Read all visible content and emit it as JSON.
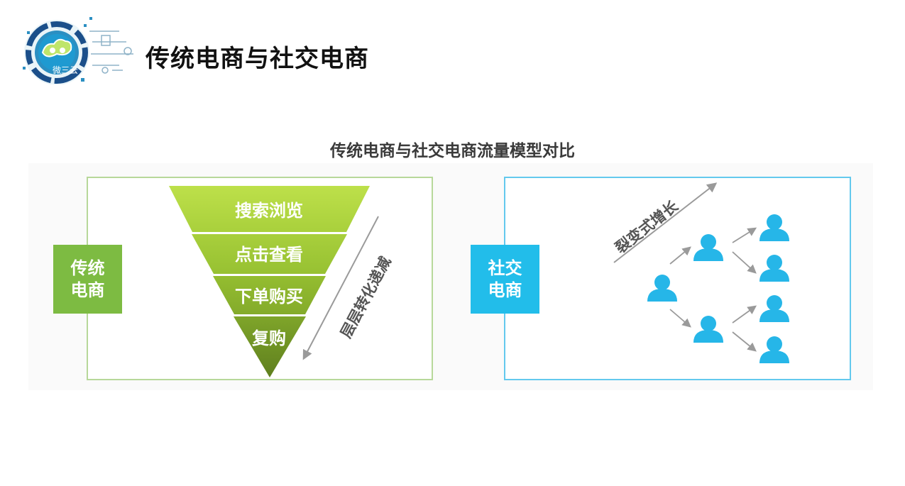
{
  "logo": {
    "text": "微三云"
  },
  "slide_title": "传统电商与社交电商",
  "diagram_title": "传统电商与社交电商流量模型对比",
  "traditional": {
    "tag": "传统电商",
    "funnel_levels": [
      "搜索浏览",
      "点击查看",
      "下单购买",
      "复购"
    ],
    "arrow_label": "层层转化递减",
    "color": "#7dbb42"
  },
  "social": {
    "tag": "社交电商",
    "arrow_label": "裂变式增长",
    "color": "#22bdea"
  }
}
